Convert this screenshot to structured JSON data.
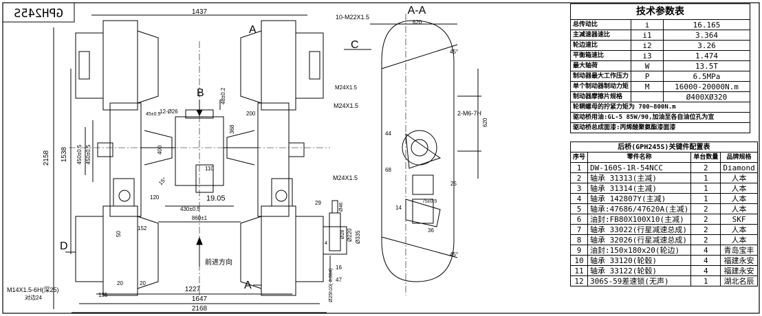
{
  "drawing_code": "GPH245S",
  "views": {
    "section_label": "A-A",
    "arrow_a": "A",
    "arrow_b": "B",
    "arrow_c": "C",
    "arrow_d": "D",
    "forward_direction": "前进方向"
  },
  "dims": {
    "d1437": "1437",
    "d2158": "2158",
    "d1538": "1538",
    "d450": "450±0.5",
    "d430": "430±0.5",
    "d860": "860±1",
    "d1227": "1227",
    "d1647": "1647",
    "d2168": "2168",
    "d1905": "19.05",
    "d400": "400",
    "d368": "368",
    "d200": "200",
    "d110": "110",
    "d152": "152",
    "d20a": "20",
    "d20b": "20",
    "d135": "135",
    "d50": "50",
    "d48": "48±0.2",
    "d12": "12-Ø26",
    "d45": "45±0.5",
    "d120": "120",
    "d620": "620",
    "d620v": "620",
    "d44": "44",
    "d68": "68",
    "d25": "25",
    "d14": "14",
    "d75": "75±0.5",
    "d36": "36",
    "d29": "29",
    "d16": "16",
    "d47": "47",
    "d335": "Ø335",
    "d220": "Ø220",
    "d46": "Ø46",
    "d28": "Ø28",
    "d4": "4",
    "d25h": "Ø25h10(-0.084)",
    "a45a": "45°",
    "a45b": "45°",
    "a15": "15°"
  },
  "callouts": {
    "bolt_top": "10-M22X1.5",
    "m24a": "M24X1.5",
    "m24b": "M24X1.5",
    "m24c": "M24X1.5",
    "m6": "2-M6-7H",
    "m14": "M14X1.5-6H(深25)",
    "hex": "对边24"
  },
  "params": {
    "title": "技术参数表",
    "rows": [
      {
        "name": "总传动比",
        "sym": "i",
        "val": "16.165"
      },
      {
        "name": "主减速器速比",
        "sym": "i1",
        "val": "3.364"
      },
      {
        "name": "轮边速比",
        "sym": "i2",
        "val": "3.26"
      },
      {
        "name": "平衡箱速比",
        "sym": "i3",
        "val": "1.474"
      },
      {
        "name": "最大轴荷",
        "sym": "W",
        "val": "13.5T"
      },
      {
        "name": "制动器最大工作压力",
        "sym": "P",
        "val": "6.5MPa"
      },
      {
        "name": "单个制动器制动力矩",
        "sym": "M",
        "val": "16000-20000N.m"
      },
      {
        "name": "制动器摩擦片规格",
        "sym": "",
        "val": "Ø400XØ320"
      }
    ],
    "notes": [
      "轮辋螺母的拧紧力矩为 700~800N.m",
      "驱动桥用油:GL-5  85W/90,加油至各自油位孔为宜",
      "驱动桥总成面漆:丙烯酸聚氨酯漆面漆"
    ]
  },
  "parts": {
    "title": "后桥(GPH245S)关键件配置表",
    "headers": [
      "序号",
      "零件名称",
      "单台数量",
      "品牌规格"
    ],
    "rows": [
      {
        "no": "1",
        "name": "DW-160S-1R-54NCC",
        "qty": "2",
        "brand": "Diamond"
      },
      {
        "no": "2",
        "name": "轴承 31313(主减)",
        "qty": "1",
        "brand": "人本"
      },
      {
        "no": "3",
        "name": "轴承 31314(主减)",
        "qty": "1",
        "brand": "人本"
      },
      {
        "no": "4",
        "name": "轴承 142807Y(主减)",
        "qty": "1",
        "brand": "人本"
      },
      {
        "no": "5",
        "name": "轴承:47686/47620A(主减)",
        "qty": "2",
        "brand": "人本"
      },
      {
        "no": "6",
        "name": "油封:FB80X100X10(主减)",
        "qty": "2",
        "brand": "SKF"
      },
      {
        "no": "7",
        "name": "轴承 33022(行星减速总成)",
        "qty": "2",
        "brand": "人本"
      },
      {
        "no": "8",
        "name": "轴承 32026(行星减速总成)",
        "qty": "2",
        "brand": "人本"
      },
      {
        "no": "9",
        "name": "油封:150x180x20(轮边)",
        "qty": "4",
        "brand": "青岛宝丰"
      },
      {
        "no": "10",
        "name": "轴承 33120(轮毂)",
        "qty": "4",
        "brand": "福建永安"
      },
      {
        "no": "11",
        "name": "轴承 33122(轮毂)",
        "qty": "4",
        "brand": "福建永安"
      },
      {
        "no": "12",
        "name": "306S-59差速锁(无声)",
        "qty": "1",
        "brand": "湖北名辰"
      }
    ]
  }
}
